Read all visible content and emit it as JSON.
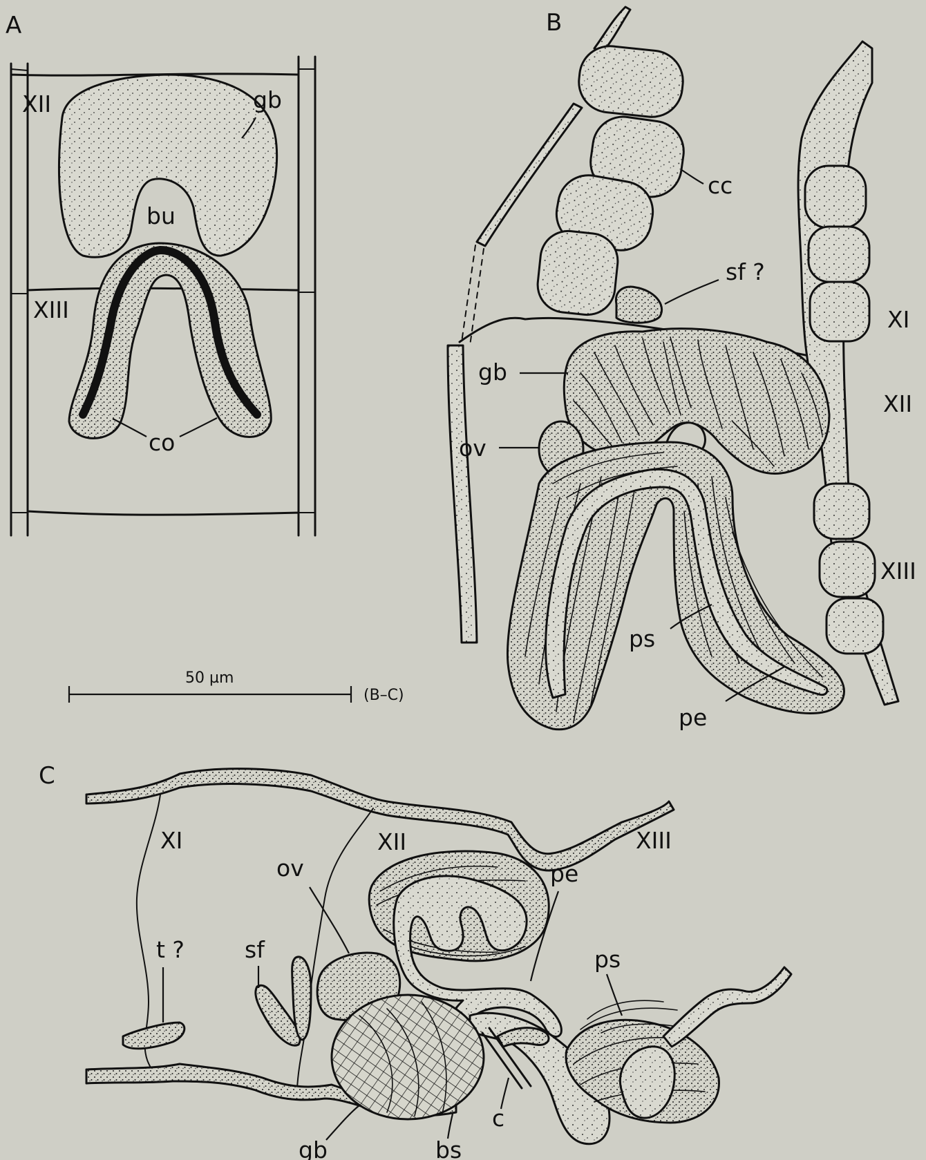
{
  "panels": {
    "a": {
      "letter": "A",
      "segments": [
        "XII",
        "XIII"
      ],
      "labels": {
        "gb": "gb",
        "bu": "bu",
        "co": "co"
      }
    },
    "b": {
      "letter": "B",
      "segments": [
        "XI",
        "XII",
        "XIII"
      ],
      "labels": {
        "cc": "cc",
        "sf": "sf ?",
        "gb": "gb",
        "ov": "ov",
        "ps": "ps",
        "pe": "pe"
      }
    },
    "c": {
      "letter": "C",
      "segments": [
        "XI",
        "XII",
        "XIII"
      ],
      "labels": {
        "ov": "ov",
        "pe": "pe",
        "t": "t ?",
        "sf": "sf",
        "ps": "ps",
        "c": "c",
        "gb": "gb",
        "bs": "bs"
      }
    }
  },
  "scale_bar": {
    "value": "50 µm",
    "applies_to": "(B–C)"
  },
  "colors": {
    "background": "#cfcfc6",
    "ink": "#111111",
    "tissue": "#d9d9d0"
  }
}
